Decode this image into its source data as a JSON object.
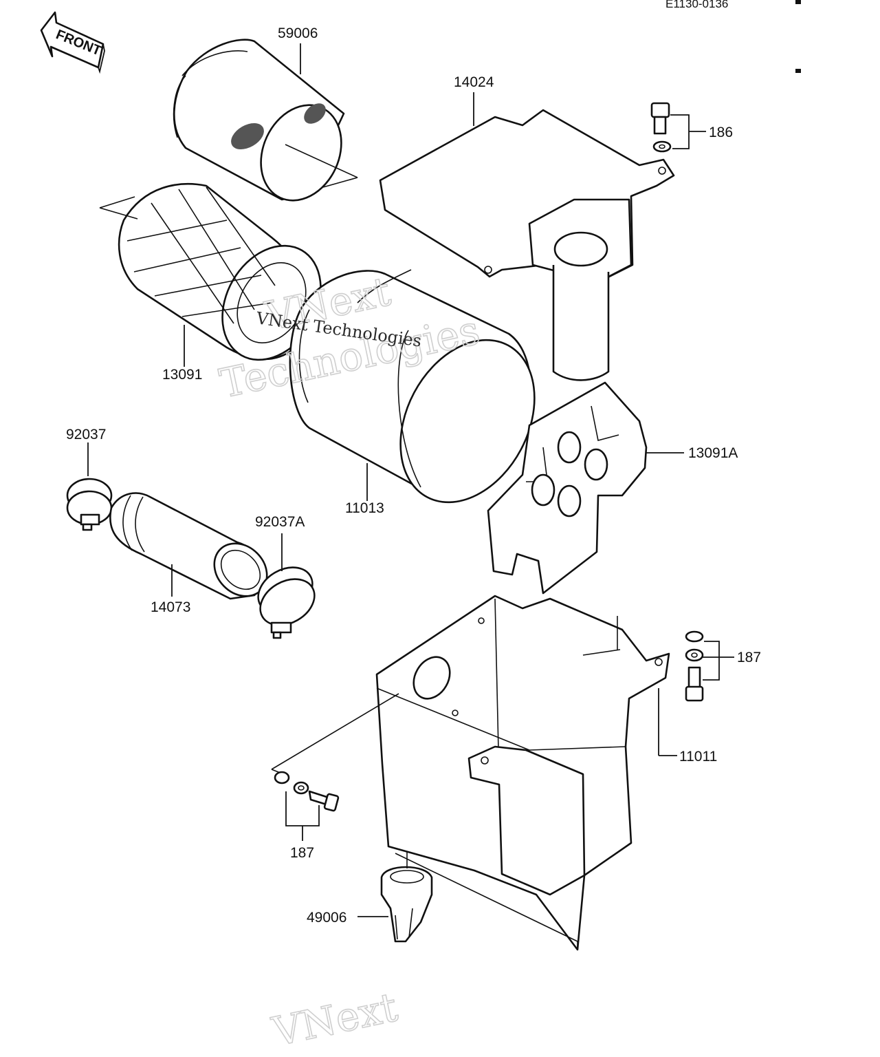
{
  "drawing_id": "E1130-0136",
  "front_arrow_label": "FRONT",
  "parts": {
    "p59006": "59006",
    "p14024": "14024",
    "p186": "186",
    "p13091": "13091",
    "p13091A": "13091A",
    "p92037": "92037",
    "p92037A": "92037A",
    "p11013": "11013",
    "p14073": "14073",
    "p187_right": "187",
    "p187_left": "187",
    "p11011": "11011",
    "p49006": "49006"
  },
  "watermark": {
    "brand_line1": "VNext",
    "brand_line2": "Technologies",
    "brand_full": "VNext Technologies"
  }
}
